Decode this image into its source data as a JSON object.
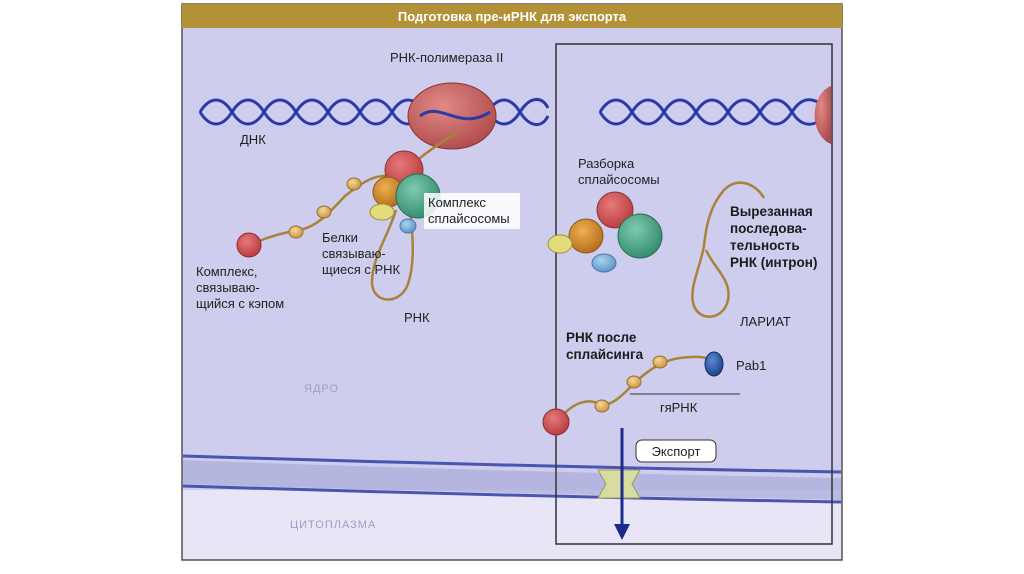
{
  "title": "Подготовка пре-иРНК для экспорта",
  "labels": {
    "polymerase": "РНК-полимераза II",
    "dna": "ДНК",
    "cap_complex": [
      "Комплекс,",
      "связываю-",
      "щийся с кэпом"
    ],
    "rna_binding_proteins": [
      "Белки",
      "связываю-",
      "щиеся с РНК"
    ],
    "spliceosome_complex": [
      "Комплекс",
      "сплайсосомы"
    ],
    "rna": "РНК",
    "nucleus": "ЯДРО",
    "cytoplasm": "ЦИТОПЛАЗМА",
    "spliceosome_disassembly": [
      "Разборка",
      "сплайсосомы"
    ],
    "excised_sequence": [
      "Вырезанная",
      "последова-",
      "тельность",
      "РНК (интрон)"
    ],
    "lariat": "ЛАРИАТ",
    "spliced_rna": [
      "РНК после",
      "сплайсинга"
    ],
    "pab1": "Pab1",
    "mrna": "гяРНК",
    "export": "Экспорт"
  },
  "colors": {
    "title_bar": "#b39237",
    "nucleus_bg": "#cfcdee",
    "cytoplasm_bg": "#e8e6f6",
    "dna": "#2a3aa8",
    "envelope": "#4a55b0",
    "polymerase": "#c65a5c",
    "cap_protein": "#c2404a",
    "rna_strand": "#a9823a",
    "bead": "#e2b56a",
    "orange_sub": "#d08a2a",
    "green_sub": "#4fa48a",
    "blue_sub": "#7bb0d8",
    "red_sub": "#d05a5a",
    "pab1": "#2d5aa8",
    "pore": "#d8dca0",
    "export_arrow": "#1c2a8c"
  }
}
